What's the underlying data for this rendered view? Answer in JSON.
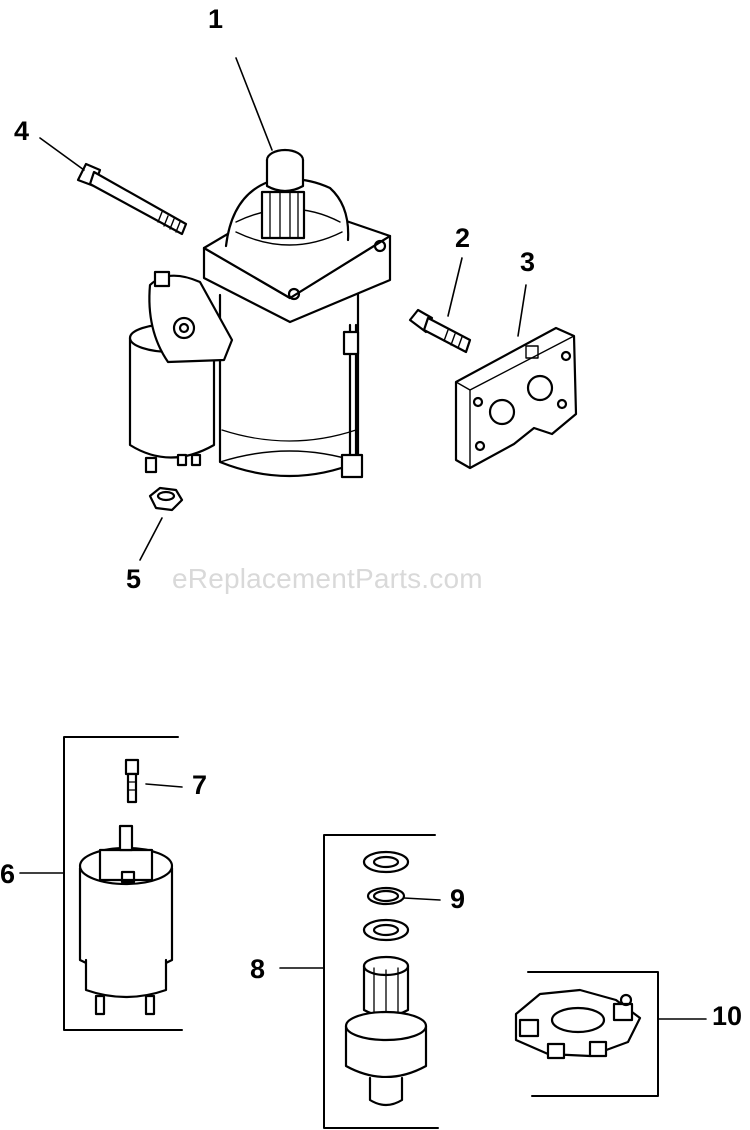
{
  "watermark": "eReplacementParts.com",
  "callouts": {
    "c1": "1",
    "c2": "2",
    "c3": "3",
    "c4": "4",
    "c5": "5",
    "c6": "6",
    "c7": "7",
    "c8": "8",
    "c9": "9",
    "c10": "10"
  },
  "colors": {
    "line": "#000000",
    "fill": "#ffffff",
    "watermark": "#d9d9d9"
  }
}
